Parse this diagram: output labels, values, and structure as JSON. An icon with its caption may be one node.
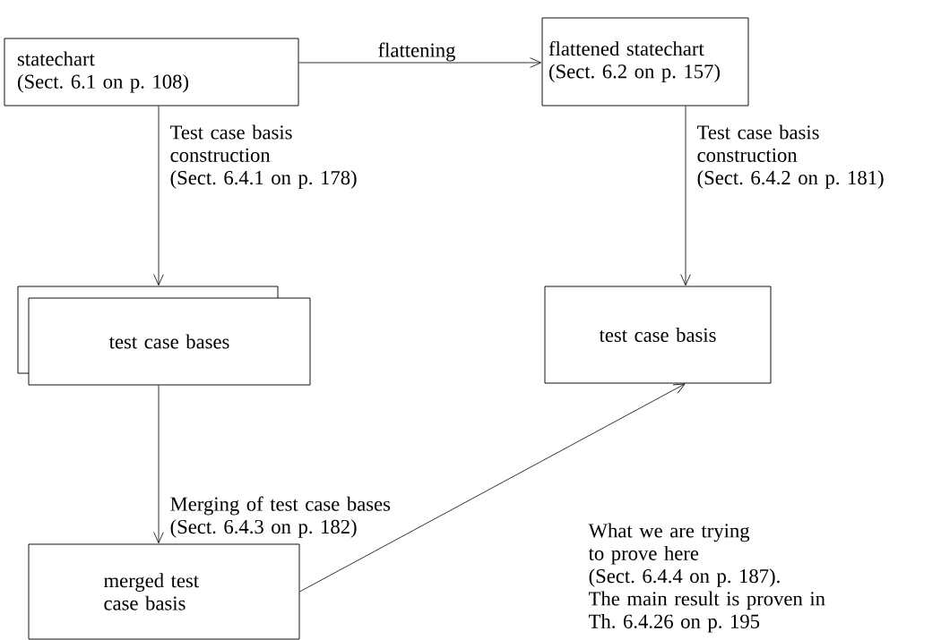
{
  "diagram": {
    "nodes": [
      {
        "text": [
          "statechart (Sect. 6.1 on p. 108)"
        ]
      },
      {
        "text": [
          "flattened statechart (Sect. 6.2 on p. 157)"
        ]
      },
      {
        "text": [
          "test case bases"
        ]
      },
      {
        "text": [
          "test case basis"
        ]
      },
      {
        "text": [
          "merged test case basis"
        ]
      }
    ],
    "edges": [
      {
        "from": 0,
        "to": 1,
        "arrow": "to",
        "label": "flattening"
      },
      {
        "from": 0,
        "to": 2,
        "arrow": "to",
        "label": "Test case basis construction (Sect. 6.4.1 on p. 178)"
      },
      {
        "from": 1,
        "to": 3,
        "arrow": "to",
        "label": "Test case basis construction (Sect. 6.4.2 on p. 181)"
      },
      {
        "from": 2,
        "to": 4,
        "arrow": "to",
        "label": "Merging of test case bases (Sect. 6.4.3 on p. 182)"
      },
      {
        "from": 4,
        "to": 3,
        "arrow": "to",
        "label": "What we are trying to prove here (Sect. 6.4.4 on p. 187). The main result is proven in Th. 6.4.26 on p. 195"
      }
    ]
  }
}
